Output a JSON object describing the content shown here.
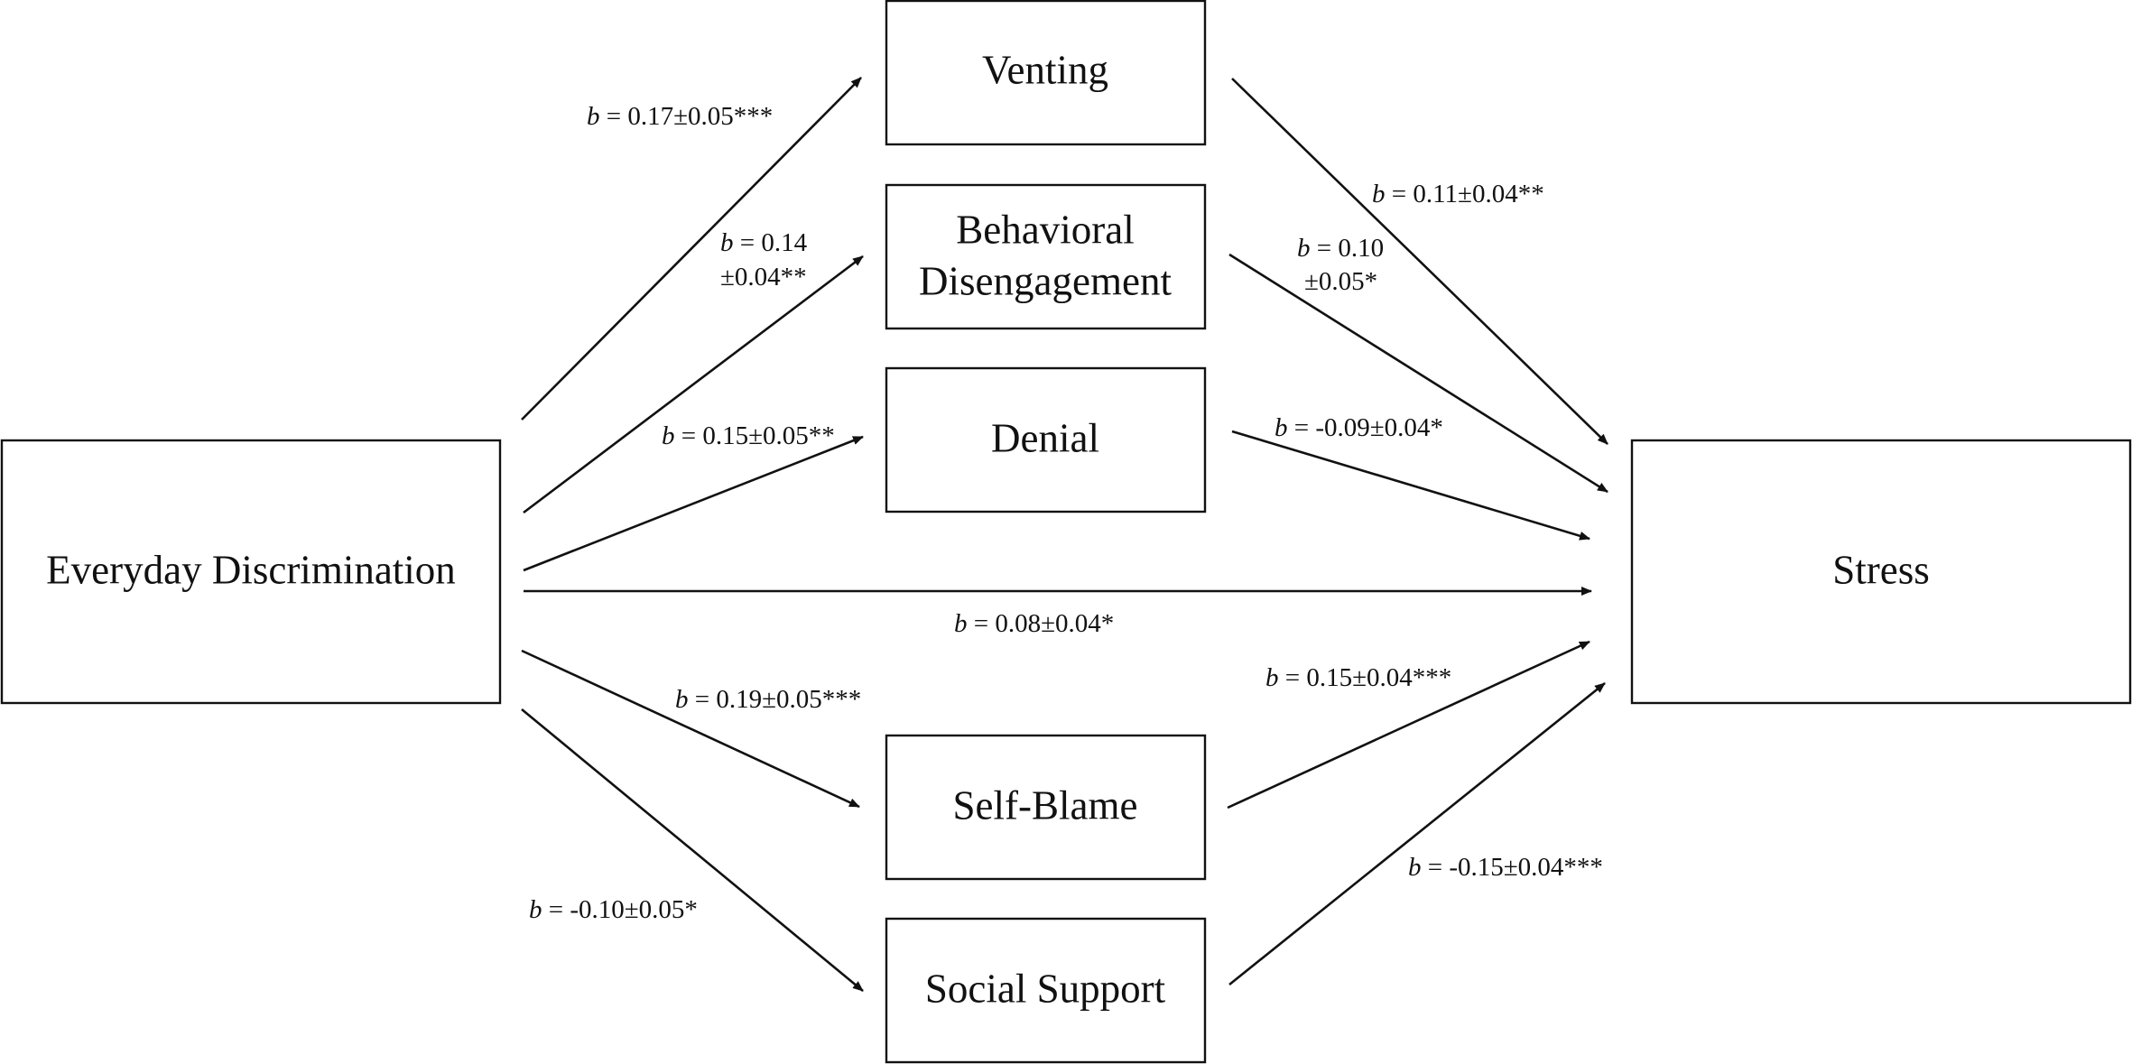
{
  "nodes": {
    "everyday_discrimination": "Everyday Discrimination",
    "stress": "Stress",
    "venting": "Venting",
    "behavioral_disengagement_line1": "Behavioral",
    "behavioral_disengagement_line2": "Disengagement",
    "denial": "Denial",
    "self_blame": "Self-Blame",
    "social_support": "Social Support"
  },
  "paths": {
    "b_symbol": "b",
    "discrimination_to_venting": " = 0.17±0.05***",
    "discrimination_to_disengagement_line1": " = 0.14",
    "discrimination_to_disengagement_line2": "±0.04**",
    "discrimination_to_denial": " = 0.15±0.05**",
    "discrimination_to_stress": " = 0.08±0.04*",
    "discrimination_to_self_blame": " = 0.19±0.05***",
    "discrimination_to_social_support": " = -0.10±0.05*",
    "venting_to_stress": " = 0.11±0.04**",
    "disengagement_to_stress_line1": " = 0.10",
    "disengagement_to_stress_line2": "±0.05*",
    "denial_to_stress": " = -0.09±0.04*",
    "self_blame_to_stress": " = 0.15±0.04***",
    "social_support_to_stress": " = -0.15±0.04***"
  },
  "colors": {
    "ink": "#111111",
    "background": "#ffffff"
  }
}
